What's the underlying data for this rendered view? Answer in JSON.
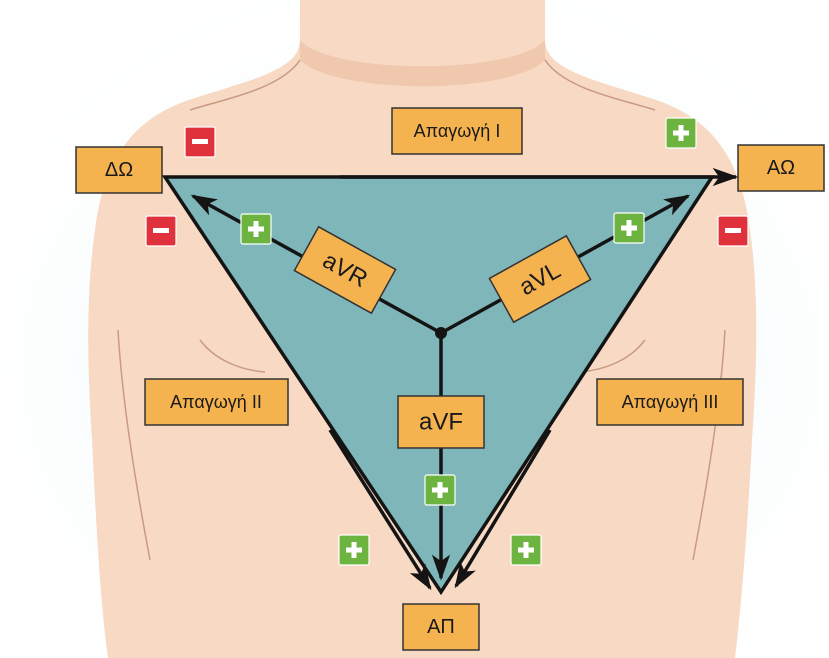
{
  "colors": {
    "skin": "#f7d9c4",
    "skin_shade": "#eec3a8",
    "background_glow": "#dbeef6",
    "triangle_fill": "#7fb6ba",
    "label_box": "#f5b350",
    "minus_badge": "#e0323c",
    "plus_badge": "#6cb33f",
    "lines": "#141414"
  },
  "electrodes": {
    "right_arm": "ΔΩ",
    "left_arm": "ΑΩ",
    "left_leg": "ΑΠ"
  },
  "leads": {
    "lead_1": "Απαγωγή I",
    "lead_2": "Απαγωγή II",
    "lead_3": "Απαγωγή III",
    "avr": "aVR",
    "avl": "aVL",
    "avf": "aVF"
  },
  "polarity": {
    "minus_sign": "−",
    "plus_sign": "+"
  }
}
